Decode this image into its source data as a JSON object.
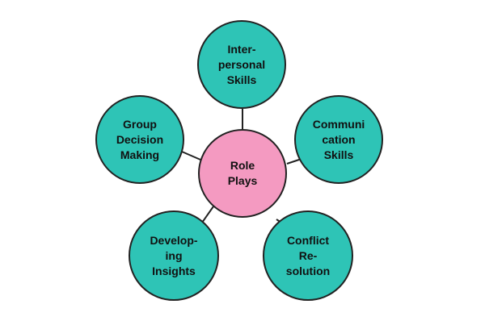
{
  "diagram": {
    "center": {
      "label": "Role\nPlays"
    },
    "nodes": [
      {
        "id": "interpersonal",
        "label": "Inter-\npersonal\nSkills"
      },
      {
        "id": "communication",
        "label": "Communi\ncation\nSkills"
      },
      {
        "id": "group-decision",
        "label": "Group\nDecision\nMaking"
      },
      {
        "id": "developing-insights",
        "label": "Develop-\ning\nInsights"
      },
      {
        "id": "conflict-resolution",
        "label": "Conflict\nRe-\nsolution"
      }
    ],
    "colors": {
      "outer_fill": "#2ec4b6",
      "center_fill": "#f49ac1",
      "outline": "#222222"
    }
  }
}
